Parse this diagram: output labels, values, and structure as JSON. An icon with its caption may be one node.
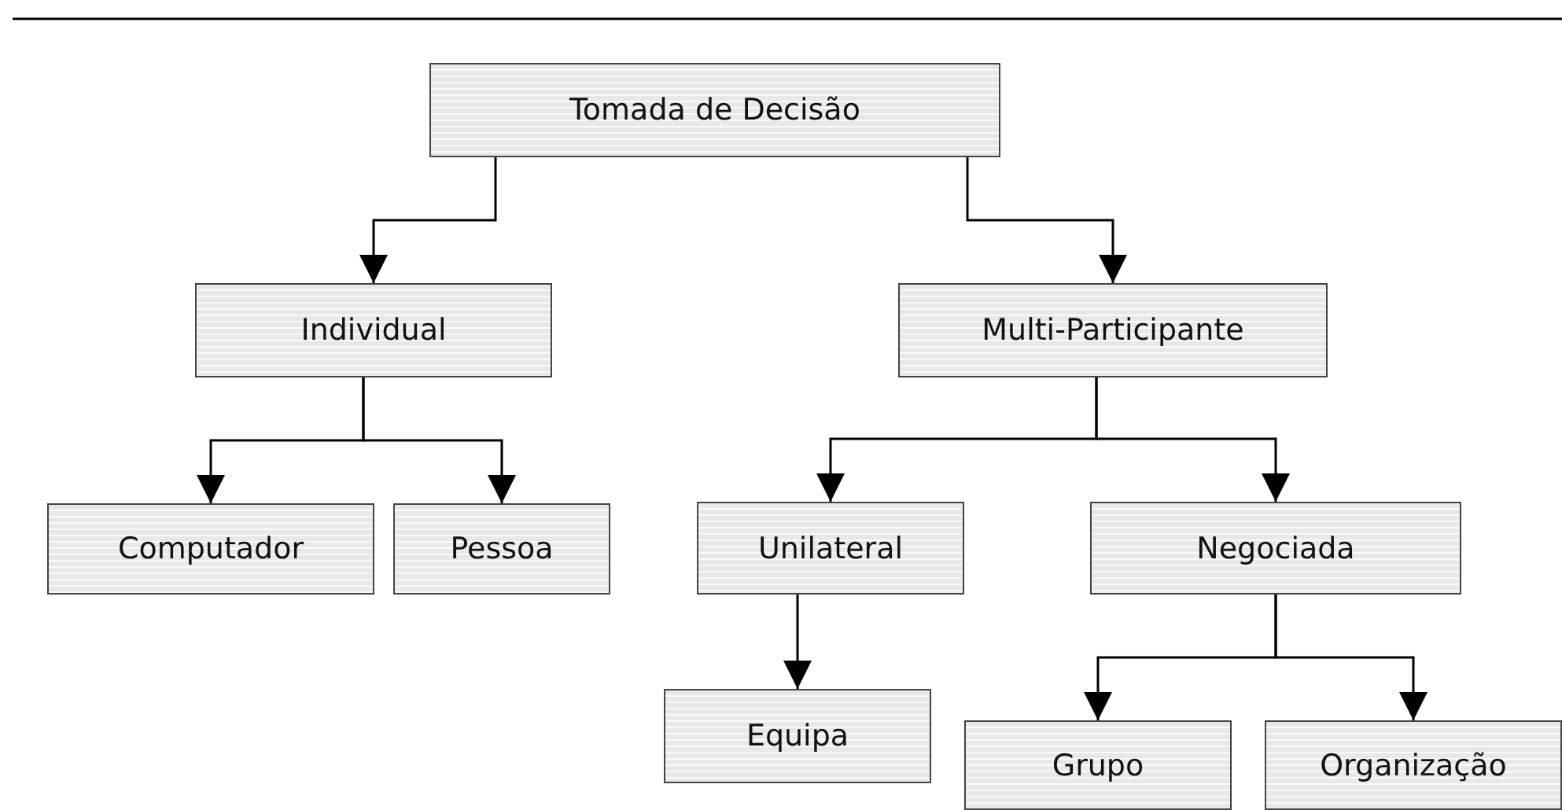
{
  "diagram": {
    "nodes": [
      {
        "text": [
          "Tomada de Decisão"
        ]
      },
      {
        "text": [
          "Individual"
        ]
      },
      {
        "text": [
          "Multi-Participante"
        ]
      },
      {
        "text": [
          "Computador"
        ]
      },
      {
        "text": [
          "Pessoa"
        ]
      },
      {
        "text": [
          "Unilateral"
        ]
      },
      {
        "text": [
          "Negociada"
        ]
      },
      {
        "text": [
          "Equipa"
        ]
      },
      {
        "text": [
          "Grupo"
        ]
      },
      {
        "text": [
          "Organização"
        ]
      }
    ],
    "edges": [
      {
        "from": 0,
        "to": 1,
        "arrow": "to"
      },
      {
        "from": 0,
        "to": 2,
        "arrow": "to"
      },
      {
        "from": 1,
        "to": 3,
        "arrow": "to"
      },
      {
        "from": 1,
        "to": 4,
        "arrow": "to"
      },
      {
        "from": 2,
        "to": 5,
        "arrow": "to"
      },
      {
        "from": 2,
        "to": 6,
        "arrow": "to"
      },
      {
        "from": 5,
        "to": 7,
        "arrow": "to"
      },
      {
        "from": 6,
        "to": 8,
        "arrow": "to"
      },
      {
        "from": 6,
        "to": 9,
        "arrow": "to"
      }
    ]
  }
}
